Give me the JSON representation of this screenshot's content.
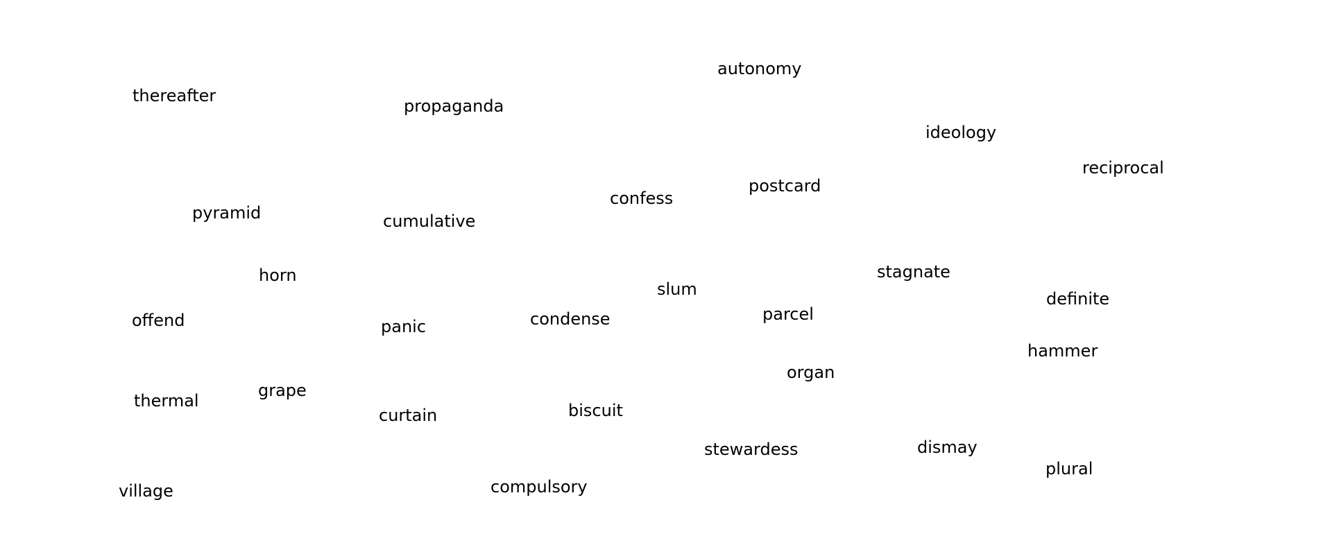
{
  "words": [
    "autonomy",
    "thereafter",
    "propaganda",
    "ideology",
    "reciprocal",
    "confess",
    "postcard",
    "pyramid",
    "cumulative",
    "horn",
    "stagnate",
    "slum",
    "definite",
    "offend",
    "panic",
    "condense",
    "parcel",
    "hammer",
    "organ",
    "thermal",
    "grape",
    "curtain",
    "biscuit",
    "stewardess",
    "dismay",
    "plural",
    "village",
    "compulsory"
  ],
  "colors": {
    "background": "#ffffff",
    "text": "#000000"
  }
}
